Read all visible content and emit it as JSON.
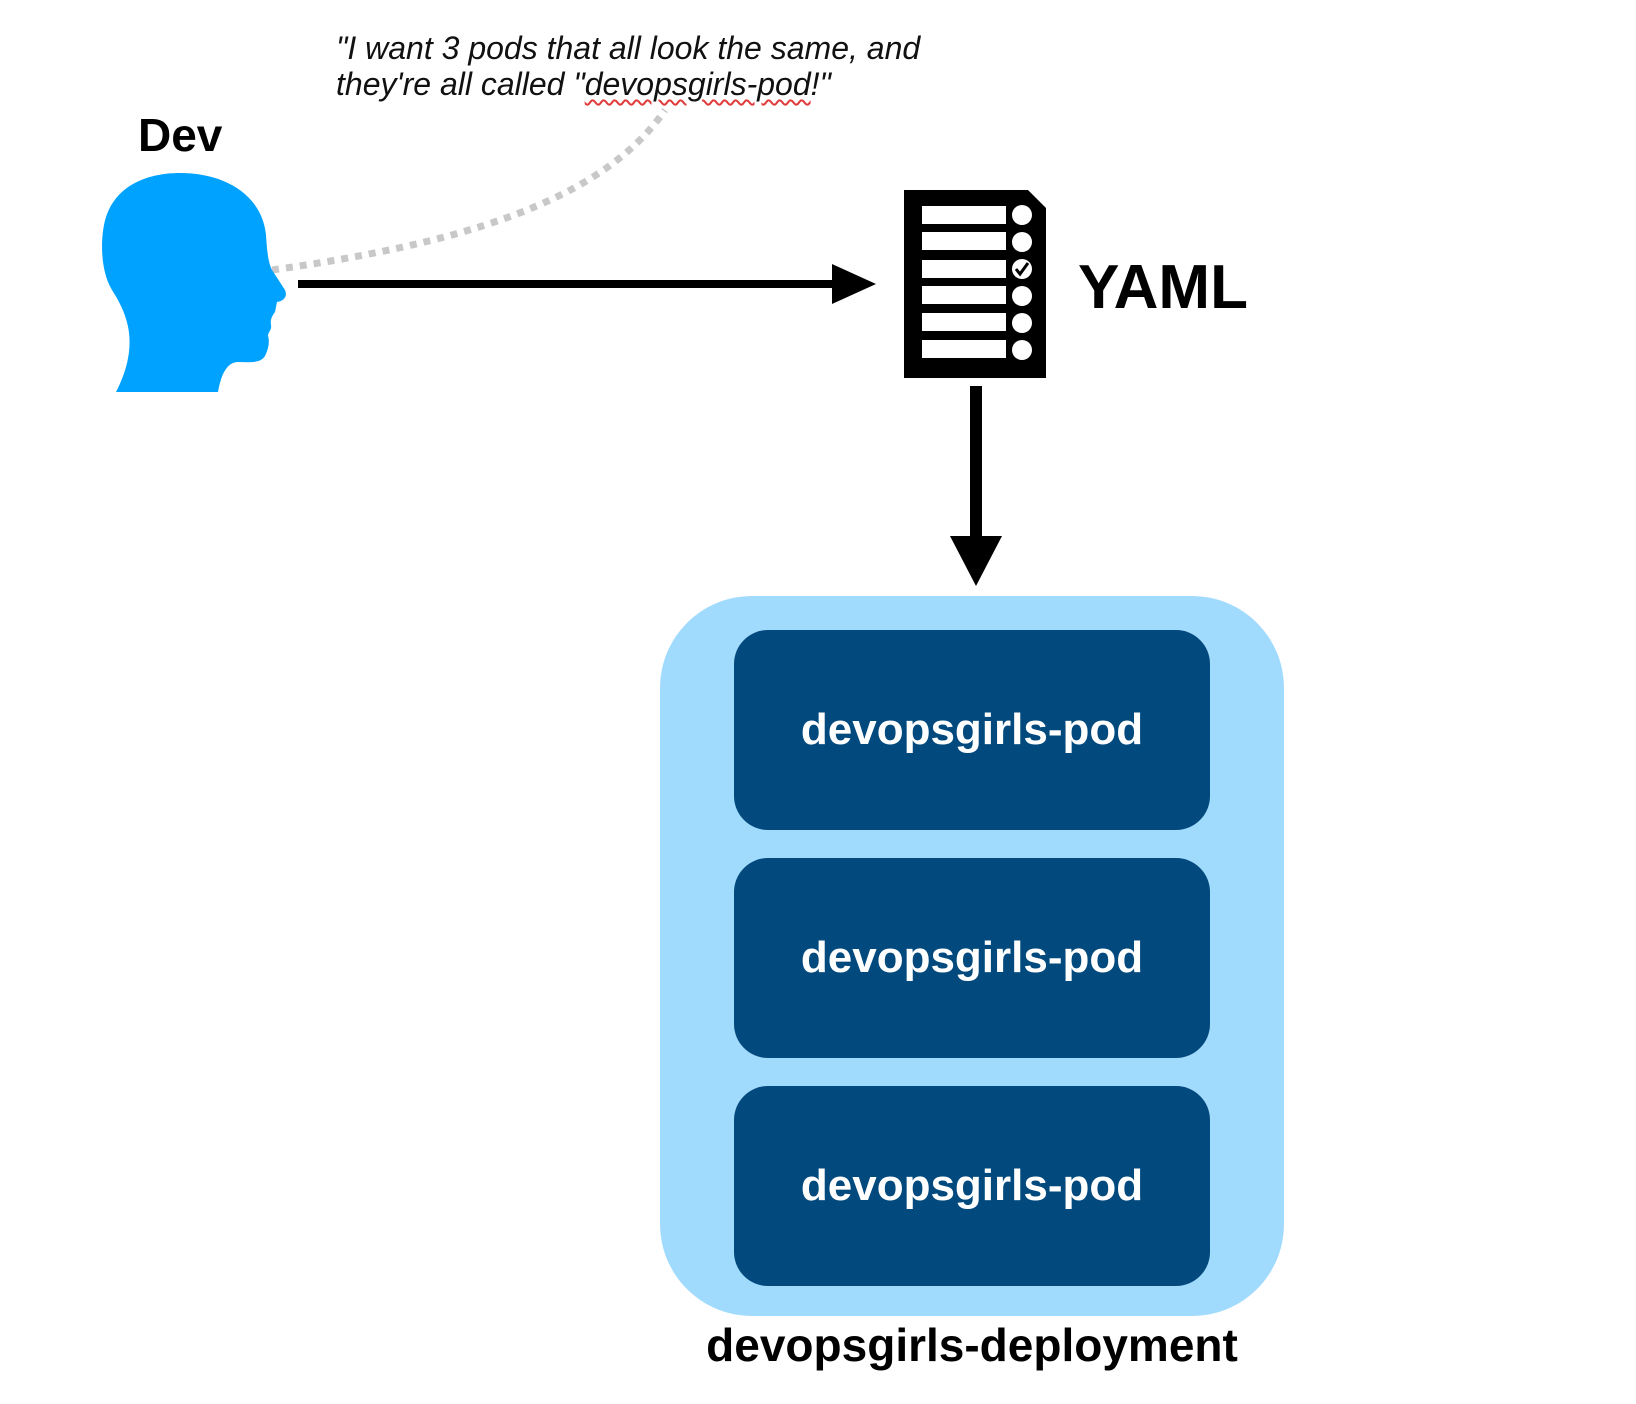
{
  "quote": {
    "line1": "\"I want 3 pods that all look the same, and",
    "line2_prefix": "they're all called \"",
    "line2_name": "devopsgirls-pod",
    "line2_suffix": "!\""
  },
  "dev": {
    "label": "Dev",
    "icon": "person-head-icon",
    "color": "#00a2ff"
  },
  "yaml": {
    "label": "YAML",
    "icon": "yaml-document-icon"
  },
  "deployment": {
    "label": "devopsgirls-deployment",
    "color": "#a0dafc",
    "pods": [
      {
        "label": "devopsgirls-pod"
      },
      {
        "label": "devopsgirls-pod"
      },
      {
        "label": "devopsgirls-pod"
      }
    ],
    "pod_color": "#02497d"
  }
}
